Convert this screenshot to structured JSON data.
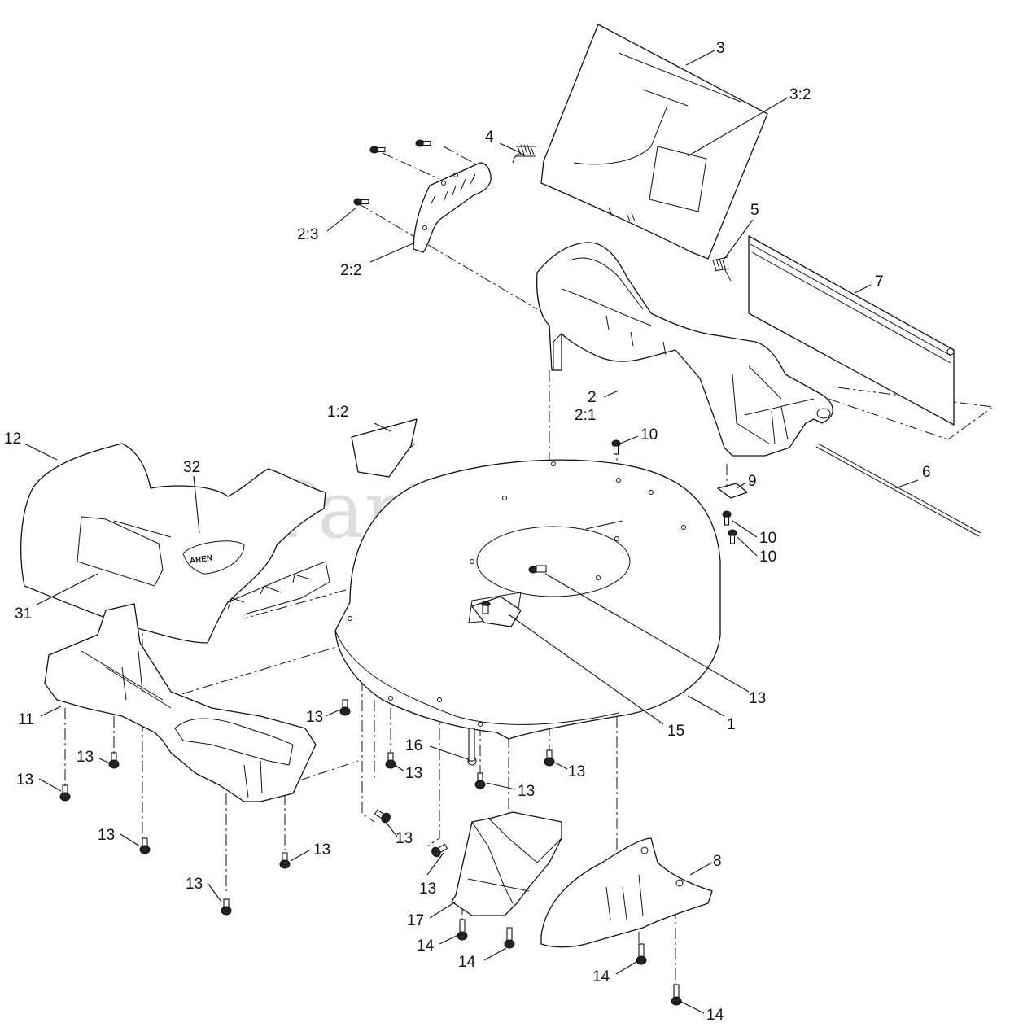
{
  "watermark": "PartsTree",
  "callouts": {
    "c1": "1",
    "c1_2": "1:2",
    "c2": "2",
    "c2_1": "2:1",
    "c2_2": "2:2",
    "c2_3": "2:3",
    "c3": "3",
    "c3_2": "3:2",
    "c4": "4",
    "c5": "5",
    "c6": "6",
    "c7": "7",
    "c8": "8",
    "c9": "9",
    "c10": "10",
    "c11": "11",
    "c12": "12",
    "c13": "13",
    "c14": "14",
    "c15": "15",
    "c16": "16",
    "c17": "17",
    "c31": "31",
    "c32": "32"
  },
  "decal_text": "AREN"
}
